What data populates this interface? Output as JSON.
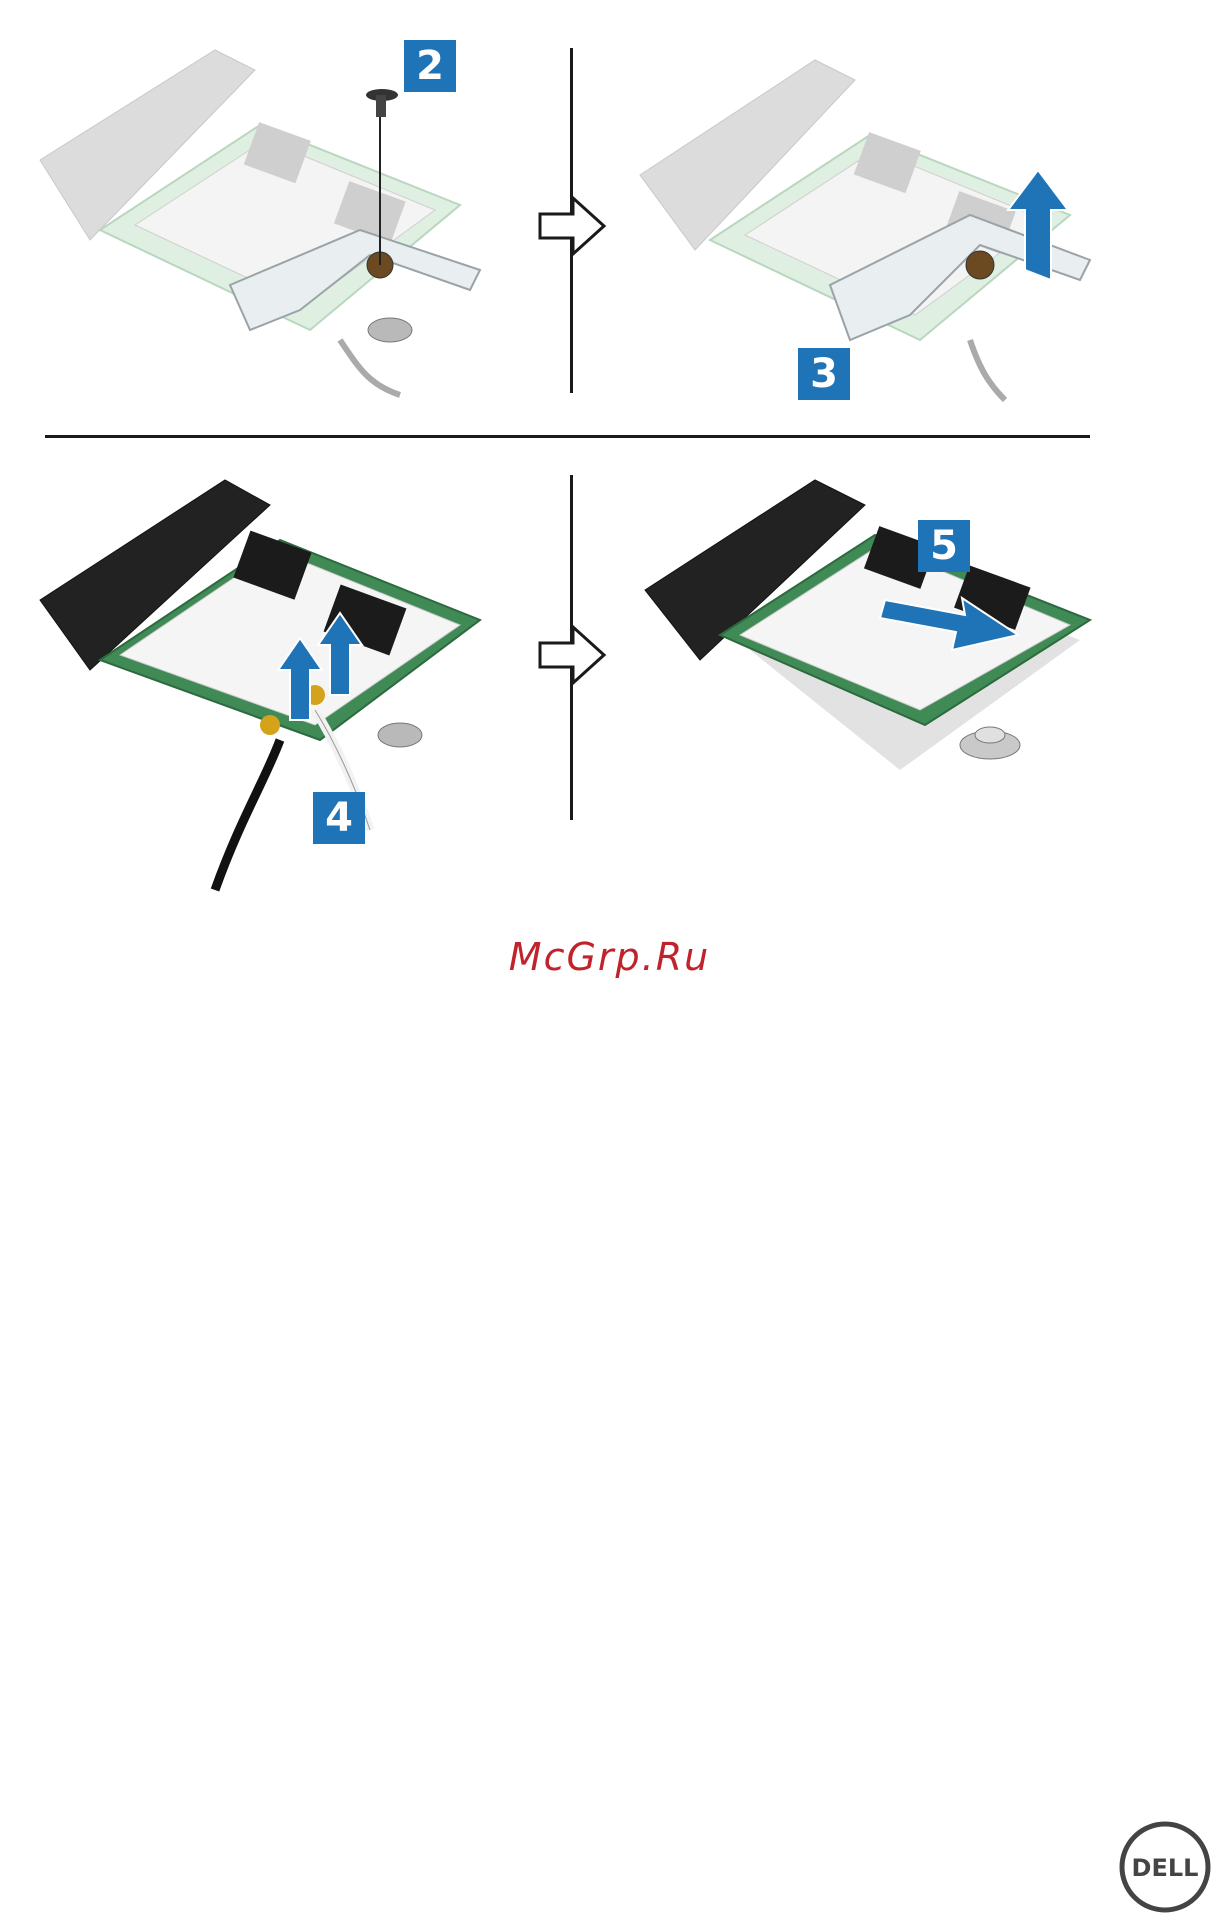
{
  "steps": [
    {
      "number": "2",
      "action": "remove-screw"
    },
    {
      "number": "3",
      "action": "lift-bracket"
    },
    {
      "number": "4",
      "action": "disconnect-antenna-cables"
    },
    {
      "number": "5",
      "action": "slide-out-card"
    }
  ],
  "watermark": "McGrp.Ru",
  "logo": {
    "text": "DELL"
  },
  "colors": {
    "badge": "#1f73b7",
    "arrow": "#1f73b7",
    "board": "#3f8a55",
    "board_dim": "#bcd7c2",
    "connector": "#222222",
    "connector_dim": "#d8d8d8",
    "watermark": "#c0232c"
  },
  "icons": {
    "process_arrow": "hollow-right-arrow-icon",
    "logo": "dell-logo-icon"
  }
}
